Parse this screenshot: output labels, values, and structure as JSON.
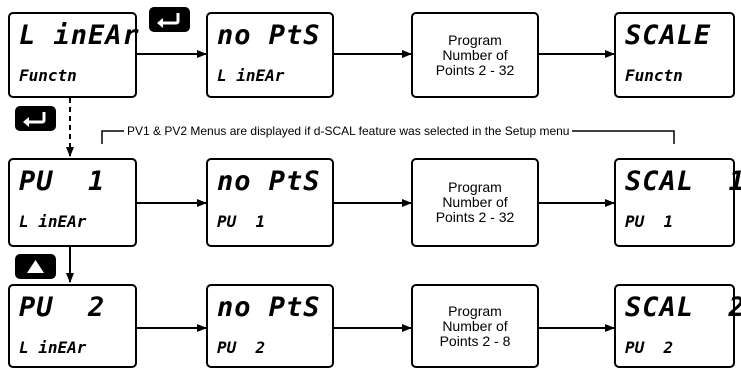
{
  "row1": {
    "display1": {
      "line1": "L inEAr",
      "line2": "Functn"
    },
    "display2": {
      "line1": "no PtS",
      "line2": "L inEAr"
    },
    "program": {
      "lines": [
        "Program",
        "Number of",
        "Points 2 - 32"
      ]
    },
    "display3": {
      "line1": "SCALE",
      "line2": "Functn"
    }
  },
  "row2": {
    "display1": {
      "line1": "PU  1",
      "line2": "L inEAr"
    },
    "display2": {
      "line1": "no PtS",
      "line2": "PU  1"
    },
    "program": {
      "lines": [
        "Program",
        "Number of",
        "Points 2 - 32"
      ]
    },
    "display3": {
      "line1": "SCAL  1",
      "line2": "PU  1"
    }
  },
  "row3": {
    "display1": {
      "line1": "PU  2",
      "line2": "L inEAr"
    },
    "display2": {
      "line1": "no PtS",
      "line2": "PU  2"
    },
    "program": {
      "lines": [
        "Program",
        "Number of",
        "Points 2 - 8"
      ]
    },
    "display3": {
      "line1": "SCAL  2",
      "line2": "PU  2"
    }
  },
  "note": "PV1 & PV2 Menus are displayed if d-SCAL feature was selected in the Setup menu",
  "keys": {
    "enter": "enter-key",
    "up": "up-key"
  }
}
